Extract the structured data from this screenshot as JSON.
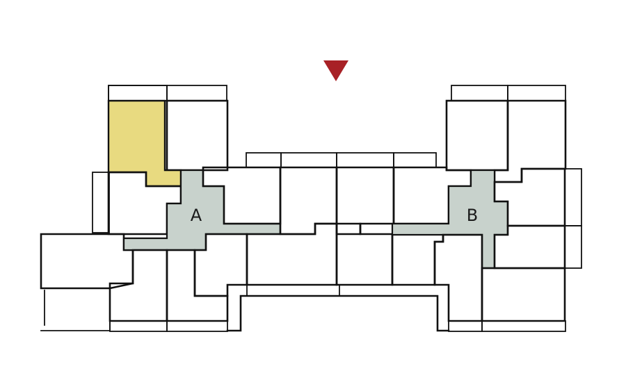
{
  "colors": {
    "background": "#ffffff",
    "wall": "#111111",
    "highlighted_unit": "#e8da80",
    "core_fill": "#c8d2cc",
    "north_marker": "#a82126"
  },
  "icons": {
    "north_marker": "triangle-down-arrow-icon"
  },
  "plan": {
    "cores": [
      {
        "label": "A"
      },
      {
        "label": "B"
      }
    ],
    "highlighted_unit": {
      "state": "selected"
    }
  }
}
